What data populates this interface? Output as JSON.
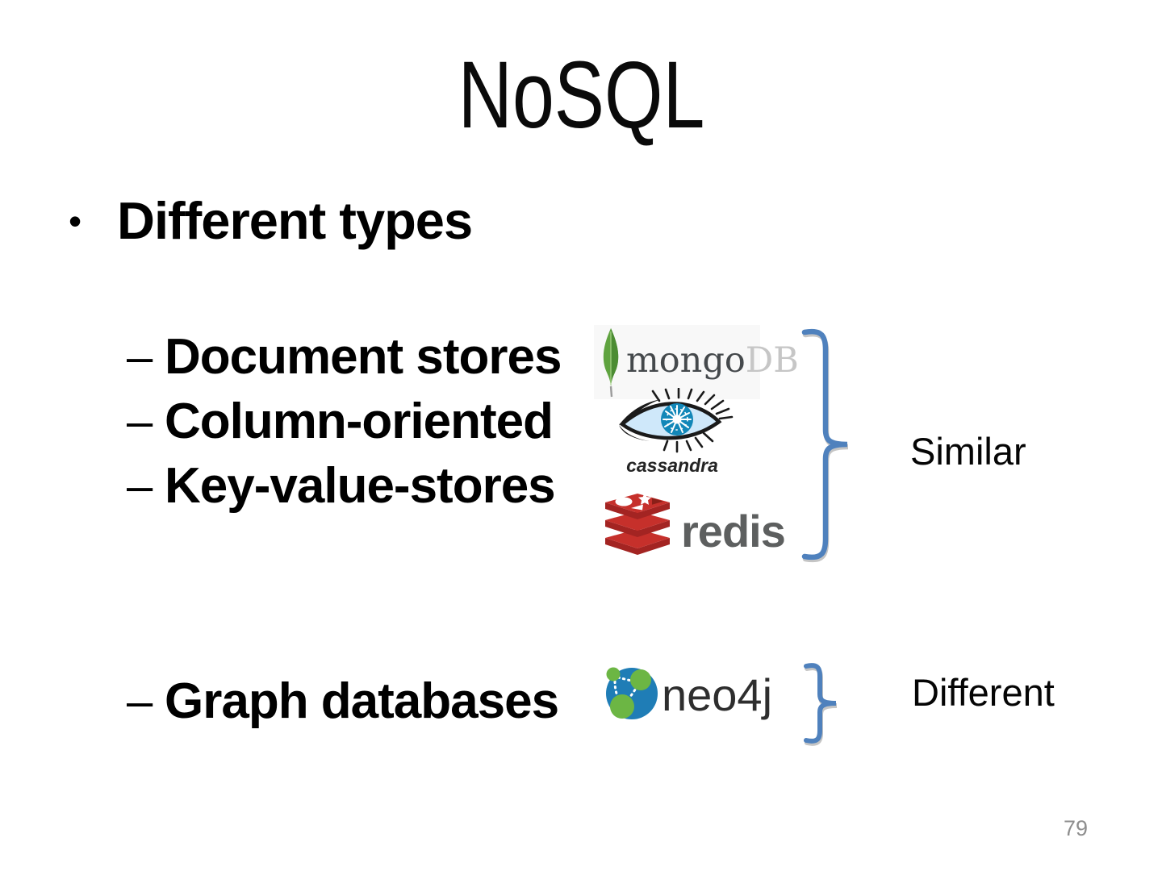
{
  "slide": {
    "title": "NoSQL",
    "page_number": "79",
    "heading": {
      "marker": "•",
      "label": "Different types"
    },
    "items": [
      {
        "marker": "–",
        "label": "Document stores"
      },
      {
        "marker": "–",
        "label": "Column-oriented"
      },
      {
        "marker": "–",
        "label": "Key-value-stores"
      },
      {
        "marker": "–",
        "label": "Graph databases"
      }
    ],
    "groups": {
      "similar": "Similar",
      "different": "Different"
    },
    "logos": {
      "mongodb": {
        "text_dark": "mongo",
        "text_light": "DB"
      },
      "cassandra": {
        "text": "cassandra"
      },
      "redis": {
        "text": "redis"
      },
      "neo4j": {
        "text": "neo4j"
      }
    },
    "colors": {
      "brace_blue": "#4f81bd",
      "mongodb_leaf_green": "#5fa33f",
      "mongodb_text_dark": "#45494c",
      "mongodb_text_light": "#c6c6c6",
      "cassandra_iris_blue": "#1287b8",
      "cassandra_sclera_blue": "#cfe8fa",
      "redis_red": "#c6302b",
      "redis_dark_red": "#a32422",
      "redis_text_gray": "#5d5f5f",
      "neo4j_blue": "#1f7db6",
      "neo4j_green": "#6cb644",
      "page_number_gray": "#8e8e8e"
    }
  }
}
